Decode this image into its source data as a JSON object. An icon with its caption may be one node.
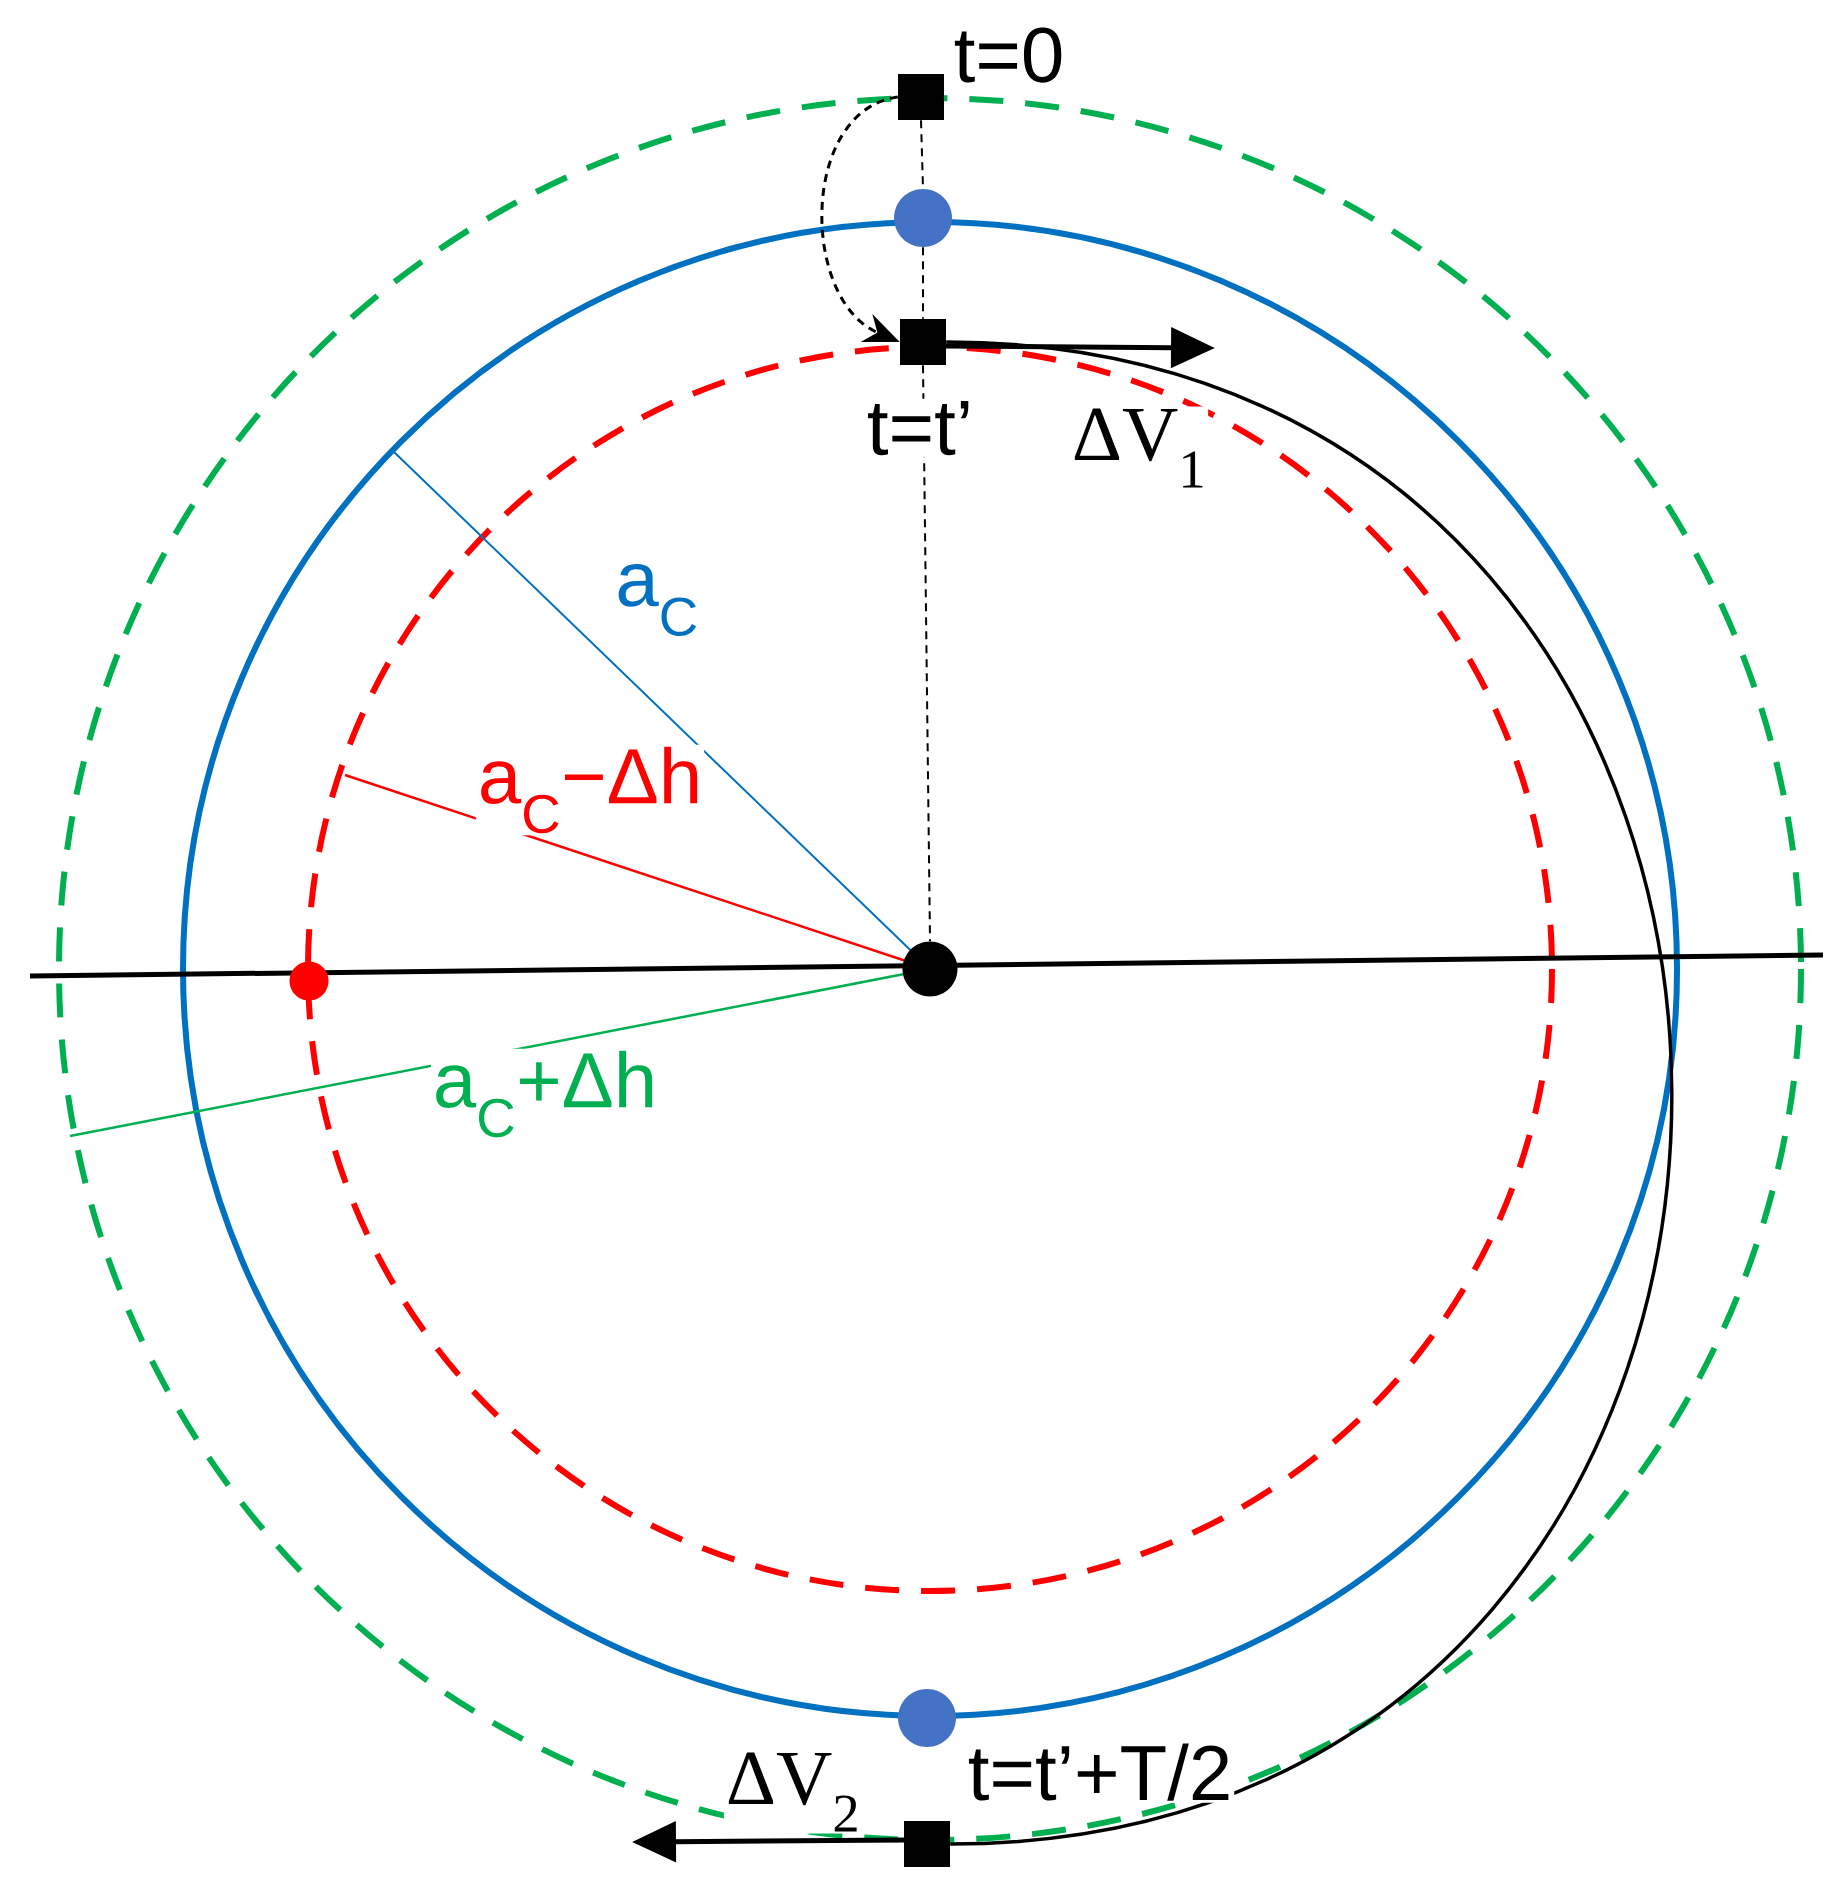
{
  "diagram": {
    "nodes": [
      {
        "text": [],
        "shape": "box",
        "beside": [
          "t=0"
        ]
      },
      {
        "text": [],
        "shape": "circle"
      },
      {
        "text": [],
        "shape": "box",
        "beside": [
          "t=t’"
        ]
      },
      {
        "text": [],
        "shape": "circle"
      },
      {
        "text": [],
        "shape": "circle"
      },
      {
        "text": [],
        "shape": "circle"
      },
      {
        "text": [],
        "shape": "box",
        "beside": [
          "t=t’+T/2"
        ]
      }
    ],
    "edges": [
      {
        "from": 0,
        "to": 2,
        "arrow": "to",
        "style": "dashed"
      },
      {
        "from": 0,
        "to": 1,
        "arrow": "none",
        "style": "dashed"
      },
      {
        "from": 1,
        "to": 2,
        "arrow": "none",
        "style": "dashed"
      },
      {
        "from": 2,
        "to": 3,
        "arrow": "none",
        "style": "dashed"
      },
      {
        "from": 2,
        "to": 6,
        "arrow": "none"
      }
    ],
    "labels": [
      "ΔV$_{1}$",
      "a$_{C}$",
      "a$_{C}$−Δh",
      "a$_{C}$+Δh",
      "ΔV$_{2}$"
    ]
  }
}
